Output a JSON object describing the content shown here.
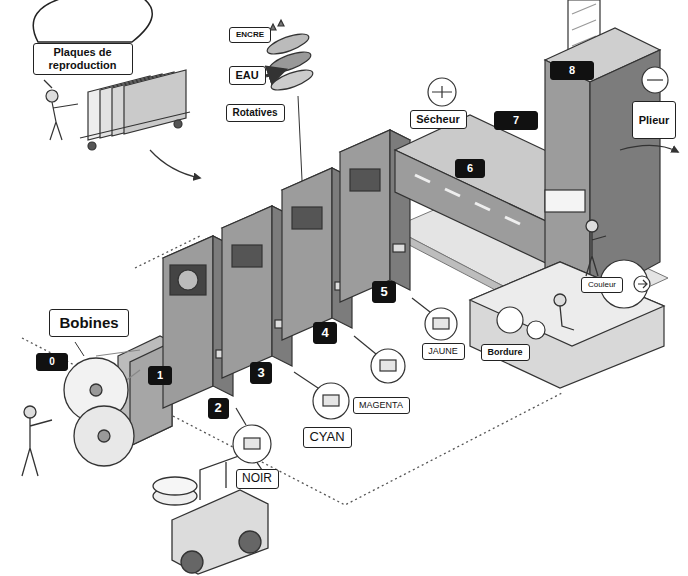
{
  "diagram": {
    "nodes": [
      {
        "text": [
          "Plaques de reproduction"
        ]
      },
      {
        "text": [
          "ENCRE"
        ]
      },
      {
        "text": [
          "EAU"
        ]
      },
      {
        "text": [
          "Rotatives"
        ]
      },
      {
        "text": [
          "Sécheur"
        ]
      },
      {
        "text": [
          "8"
        ]
      },
      {
        "text": [
          "7"
        ]
      },
      {
        "text": [
          "Plieur"
        ]
      },
      {
        "text": [
          "6"
        ]
      },
      {
        "text": [
          "Couleur"
        ]
      },
      {
        "text": [
          "Bobines"
        ]
      },
      {
        "text": [
          "5"
        ]
      },
      {
        "text": [
          "4"
        ]
      },
      {
        "text": [
          "Bordure"
        ]
      },
      {
        "text": [
          "JAUNE"
        ]
      },
      {
        "text": [
          "0"
        ]
      },
      {
        "text": [
          "1"
        ]
      },
      {
        "text": [
          "3"
        ]
      },
      {
        "text": [
          "MAGENTA"
        ]
      },
      {
        "text": [
          "2"
        ]
      },
      {
        "text": [
          "CYAN"
        ]
      },
      {
        "text": [
          "NOIR"
        ]
      }
    ]
  }
}
